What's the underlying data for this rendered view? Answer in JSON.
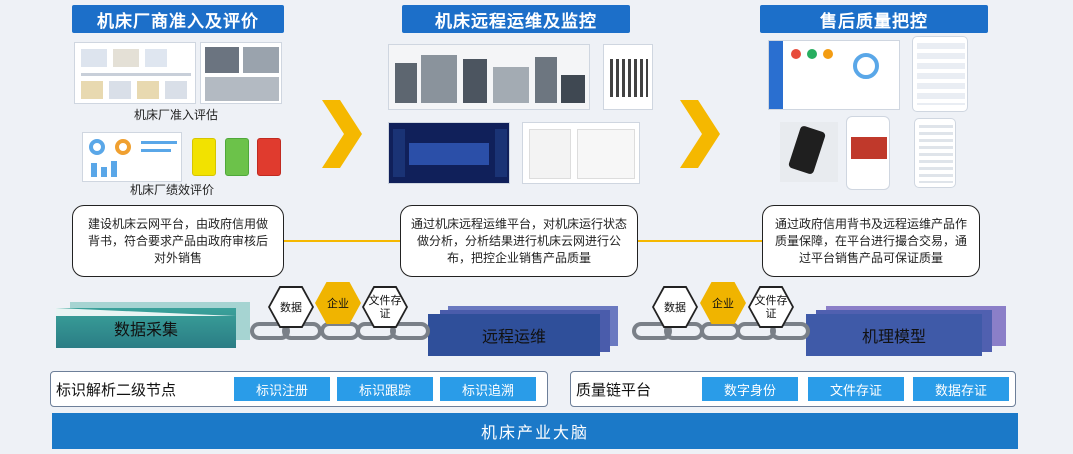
{
  "sections": {
    "left": {
      "title": "机床厂商准入及评价",
      "caption1": "机床厂准入评估",
      "caption2": "机床厂绩效评价",
      "desc": "建设机床云网平台，由政府信用做背书，符合要求产品由政府审核后对外销售"
    },
    "middle": {
      "title": "机床远程运维及监控",
      "desc": "通过机床远程运维平台，对机床运行状态做分析，分析结果进行机床云网进行公布，把控企业销售产品质量"
    },
    "right": {
      "title": "售后质量把控",
      "desc": "通过政府信用背书及远程运维产品作质量保障，在平台进行撮合交易，通过平台销售产品可保证质量"
    }
  },
  "blocks": {
    "data_collect": "数据采集",
    "remote_ops": "远程运维",
    "mechanism_model": "机理模型"
  },
  "hexes": {
    "left": [
      "数据",
      "企业",
      "文件存证"
    ],
    "right": [
      "数据",
      "企业",
      "文件存证"
    ]
  },
  "panels": {
    "left": {
      "title": "标识解析二级节点",
      "items": [
        "标识注册",
        "标识跟踪",
        "标识追溯"
      ]
    },
    "right": {
      "title": "质量链平台",
      "items": [
        "数字身份",
        "文件存证",
        "数据存证"
      ]
    }
  },
  "bottom": "机床产业大脑",
  "colors": {
    "title_blue": "#1c6fc9",
    "pill_blue": "#2a9ce8",
    "chevron": "#f5b800",
    "hex_gold": "#f0b400",
    "teal": "#2b8d8f",
    "navy": "#2f4f9a"
  }
}
